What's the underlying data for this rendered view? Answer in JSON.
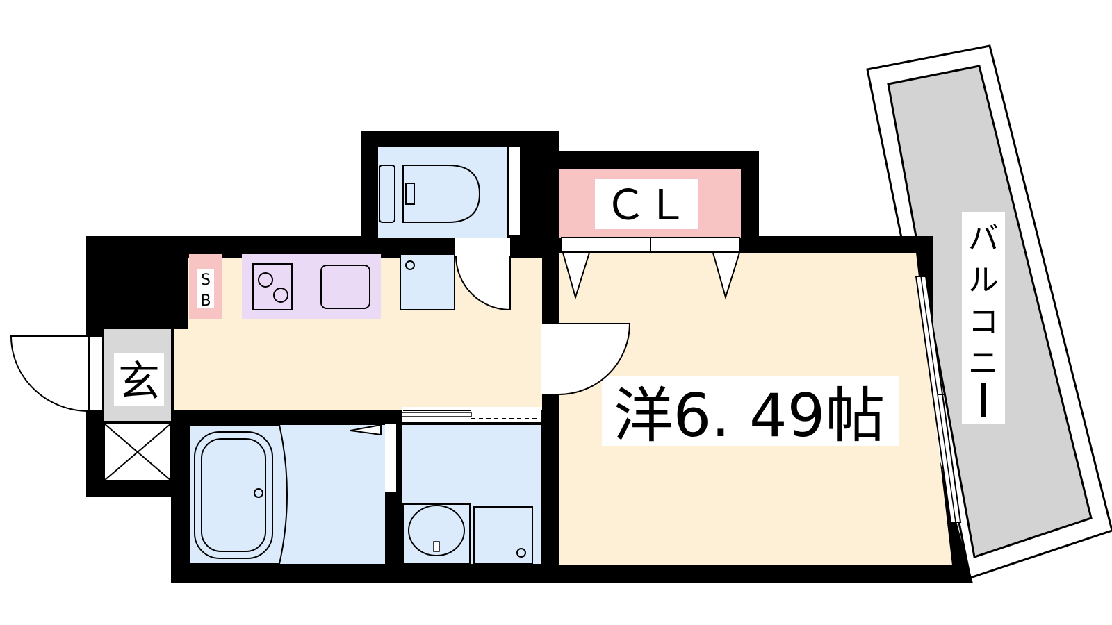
{
  "labels": {
    "closet": "ＣＬ",
    "shoe_box_line1": "S",
    "shoe_box_line2": "B",
    "entrance": "玄",
    "room": "洋6. 49帖",
    "balcony": [
      "バ",
      "ル",
      "コ",
      "ニ",
      "ー"
    ]
  },
  "colors": {
    "floor": "#fdf0d6",
    "wet_area": "#dcebfb",
    "closet": "#f8c3c3",
    "kitchen": "#ebdaf5",
    "balcony": "#d3d3d3",
    "entrance": "#d8d8d8",
    "wall": "#000000"
  }
}
